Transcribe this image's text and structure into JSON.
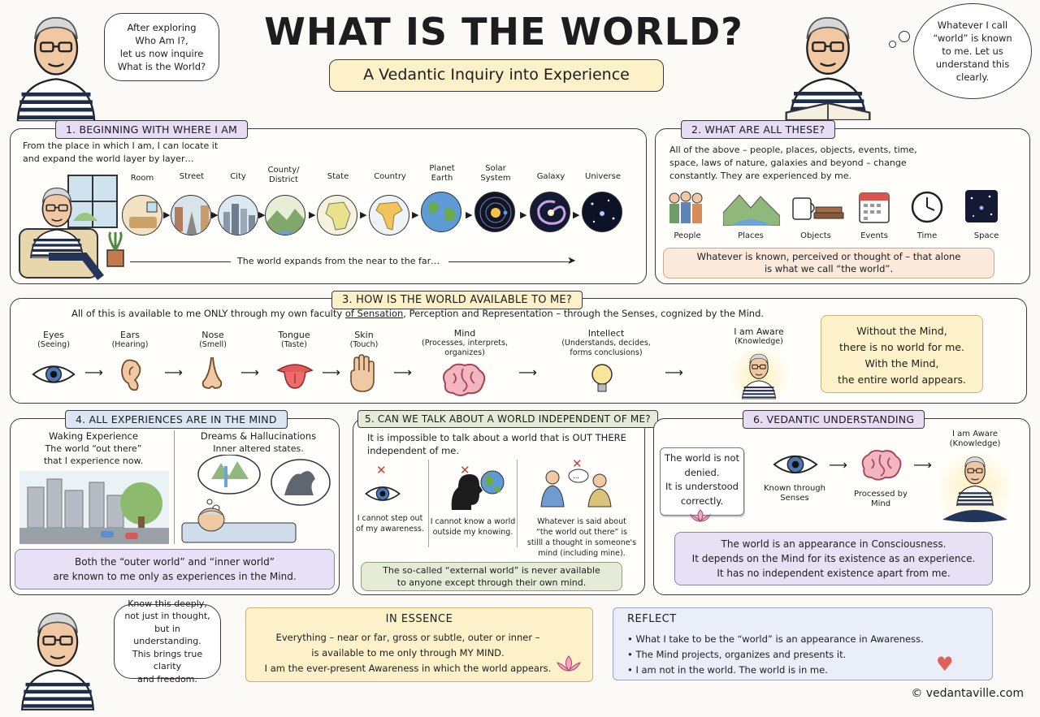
{
  "header": {
    "title": "WHAT IS THE WORLD?",
    "subtitle": "A Vedantic Inquiry into Experience",
    "bubble_left": [
      "After exploring",
      "Who Am I?,",
      "let us now inquire",
      "What is the World?"
    ],
    "bubble_right": [
      "Whatever I call",
      "“world” is known",
      "to me. Let us",
      "understand this",
      "clearly."
    ]
  },
  "s1": {
    "title": "1. BEGINNING WITH WHERE I AM",
    "intro": [
      "From the place in which I am, I can locate it",
      "and expand the world layer by layer…"
    ],
    "layers": [
      "Room",
      "Street",
      "City",
      "County/ District",
      "State",
      "Country",
      "Planet Earth",
      "Solar System",
      "Galaxy",
      "Universe"
    ],
    "caption": "The world expands from the near to the far…"
  },
  "s2": {
    "title": "2. WHAT ARE ALL THESE?",
    "intro": [
      "All of the above – people, places, objects, events, time,",
      "space, laws of nature, galaxies and beyond – change",
      "constantly. They are experienced by me."
    ],
    "items": [
      "People",
      "Places",
      "Objects",
      "Events",
      "Time",
      "Space"
    ],
    "note": [
      "Whatever is known, perceived or thought of – that alone",
      "is what we call “the world”."
    ]
  },
  "s3": {
    "title": "3. HOW IS THE WORLD AVAILABLE TO ME?",
    "intro_a": "All of this is available to me ONLY through my own faculty ",
    "intro_u": "of Sensation",
    "intro_b": ", Perception and Representation – through the Senses, cognized by the Mind.",
    "senses": [
      {
        "name": "Eyes",
        "sub": "(Seeing)"
      },
      {
        "name": "Ears",
        "sub": "(Hearing)"
      },
      {
        "name": "Nose",
        "sub": "(Smell)"
      },
      {
        "name": "Tongue",
        "sub": "(Taste)"
      },
      {
        "name": "Skin",
        "sub": "(Touch)"
      }
    ],
    "mind": {
      "name": "Mind",
      "sub": [
        "(Processes, interprets,",
        "organizes)"
      ]
    },
    "intellect": {
      "name": "Intellect",
      "sub": [
        "(Understands, decides,",
        "forms conclusions)"
      ]
    },
    "aware": {
      "name": "I am Aware",
      "sub": "(Knowledge)"
    },
    "box": [
      "Without the Mind,",
      "there is no world for me.",
      "With the Mind,",
      "the entire world appears."
    ]
  },
  "s4": {
    "title": "4. ALL EXPERIENCES ARE IN THE MIND",
    "waking": {
      "head": "Waking Experience",
      "lines": [
        "The world “out there”",
        "that I experience now."
      ]
    },
    "dreams": {
      "head": "Dreams & Hallucinations",
      "lines": [
        "Inner altered states."
      ]
    },
    "note": [
      "Both the “outer world” and “inner world”",
      "are known to me only as experiences in the Mind."
    ]
  },
  "s5": {
    "title": "5. CAN WE TALK ABOUT A WORLD INDEPENDENT OF ME?",
    "intro": [
      "It is impossible to talk about a world that is OUT THERE",
      "independent of me."
    ],
    "cols": [
      [
        "I cannot step out",
        "of my awareness."
      ],
      [
        "I cannot know a world",
        "outside my knowing."
      ],
      [
        "Whatever is said about",
        "“the world out there” is",
        "stilll a thought in someone's",
        "mind (including mine)."
      ]
    ],
    "note": [
      "The so-called “external world” is never available",
      "to anyone except through their own mind."
    ]
  },
  "s6": {
    "title": "6. VEDANTIC UNDERSTANDING",
    "card": [
      "The world is not",
      "denied.",
      "It is understood",
      "correctly."
    ],
    "known": [
      "Known through",
      "Senses"
    ],
    "processed": [
      "Processed by",
      "Mind"
    ],
    "aware": [
      "I am Aware",
      "(Knowledge)"
    ],
    "note": [
      "The world is an appearance in Consciousness.",
      "It depends on the Mind for its existence as an experience.",
      "It has no independent existence apart from me."
    ]
  },
  "footer": {
    "bubble": [
      "Know this deeply,",
      "not just in thought,",
      "but in understanding.",
      "This brings true clarity",
      "and freedom."
    ],
    "essence_title": "IN ESSENCE",
    "essence": [
      "Everything – near or far, gross or subtle, outer or inner –",
      "is available to me only through MY MIND.",
      "I am the ever-present Awareness in which the world appears."
    ],
    "reflect_title": "REFLECT",
    "reflect": [
      "What I take to be the “world” is an appearance in Awareness.",
      "The Mind projects, organizes and presents it.",
      "I am not in the world. The world is in me."
    ],
    "credit": "© vedantaville.com"
  },
  "colors": {
    "lavender": "#e6dcf4",
    "peach": "#fbe9dc",
    "green": "#e4ecd8",
    "cream": "#fdf1c9",
    "reflect": "#e9eef8"
  }
}
